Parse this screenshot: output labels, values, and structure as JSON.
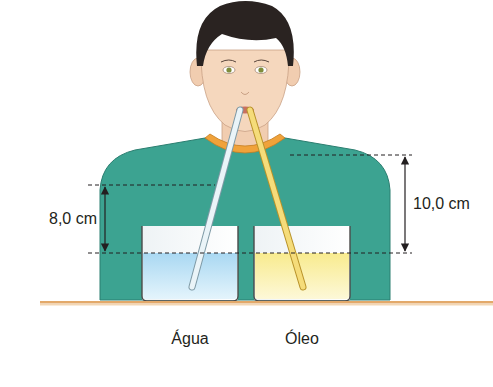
{
  "diagram": {
    "labels": [
      "8,0 cm",
      "10,0 cm",
      "Água",
      "Óleo"
    ]
  }
}
